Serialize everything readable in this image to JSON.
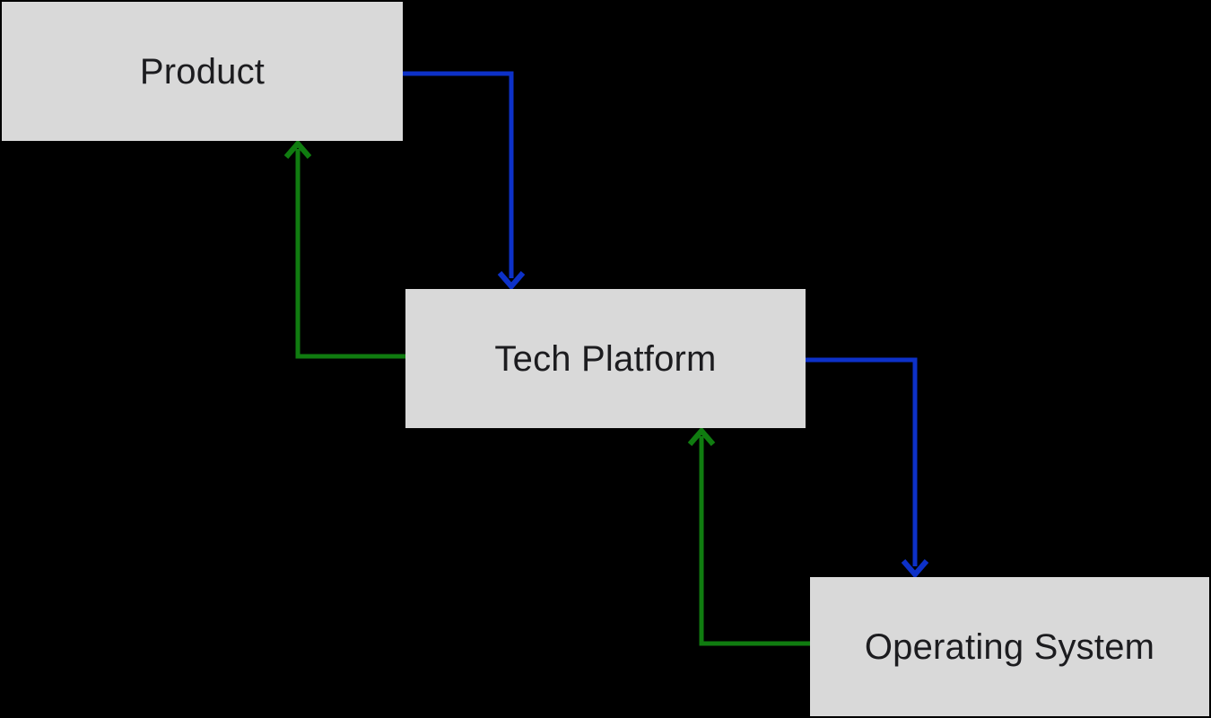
{
  "colors": {
    "background": "#000000",
    "node_fill": "#d9d9d9",
    "node_text": "#1c1c1f",
    "edge_blue": "#0d31c8",
    "edge_green": "#107c10"
  },
  "diagram": {
    "type": "flow-diagram",
    "nodes": [
      {
        "id": "product",
        "label": "Product"
      },
      {
        "id": "tech_platform",
        "label": "Tech Platform"
      },
      {
        "id": "operating_system",
        "label": "Operating System"
      }
    ],
    "edges": [
      {
        "from": "product",
        "to": "tech_platform",
        "color": "#0d31c8",
        "style": "elbow",
        "arrowhead": "open-v"
      },
      {
        "from": "tech_platform",
        "to": "product",
        "color": "#107c10",
        "style": "elbow",
        "arrowhead": "open-v"
      },
      {
        "from": "tech_platform",
        "to": "operating_system",
        "color": "#0d31c8",
        "style": "elbow",
        "arrowhead": "open-v"
      },
      {
        "from": "operating_system",
        "to": "tech_platform",
        "color": "#107c10",
        "style": "elbow",
        "arrowhead": "open-v"
      }
    ]
  },
  "nodes_by_id": {
    "product": {
      "label": "Product"
    },
    "tech_platform": {
      "label": "Tech Platform"
    },
    "operating_system": {
      "label": "Operating System"
    }
  }
}
